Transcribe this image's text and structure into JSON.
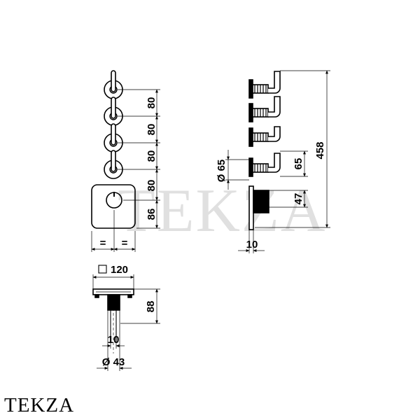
{
  "brand": {
    "logo_text": "TEKZA"
  },
  "watermark": {
    "text": "TEKZA"
  },
  "front_view": {
    "handle_spacing_labels": [
      "80",
      "80",
      "80",
      "80"
    ],
    "plate_height_label": "86",
    "equal_spacing_labels": [
      "=",
      "="
    ]
  },
  "side_view": {
    "total_height_label": "458",
    "handle_diameter_label": "Ø 65",
    "handle_projection_label": "65",
    "plate_projection_label": "47",
    "plate_thickness_label": "10"
  },
  "top_view": {
    "plate_size_label": "120",
    "depth_label": "88",
    "stem_width_label": "10",
    "body_diameter_label": "Ø 43"
  }
}
